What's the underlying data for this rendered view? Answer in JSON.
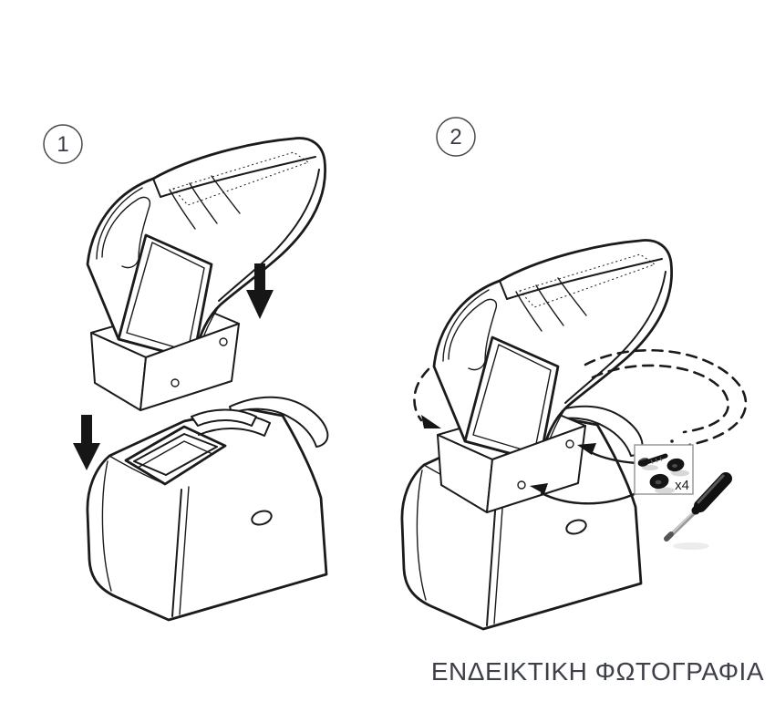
{
  "figure": {
    "caption": "ΕΝΔΕΙΚΤΙΚΗ ΦΩΤΟΓΡΑΦΙΑ",
    "steps": [
      {
        "number": "1",
        "icons": [
          "down-arrow-icon",
          "down-arrow-icon",
          "armrest-illustration",
          "console-illustration"
        ]
      },
      {
        "number": "2",
        "icons": [
          "dashed-guide-arc",
          "pointer-arrow",
          "screw-icon",
          "cap-icon",
          "screwdriver-icon"
        ],
        "hardware_quantity_label": "x4"
      }
    ],
    "colors": {
      "background": "#ffffff",
      "line_art": "#1b1b1b",
      "caption_text": "#3d4049",
      "hardware_box_border": "#9a9a9a",
      "arrow_fill": "#161616"
    }
  }
}
